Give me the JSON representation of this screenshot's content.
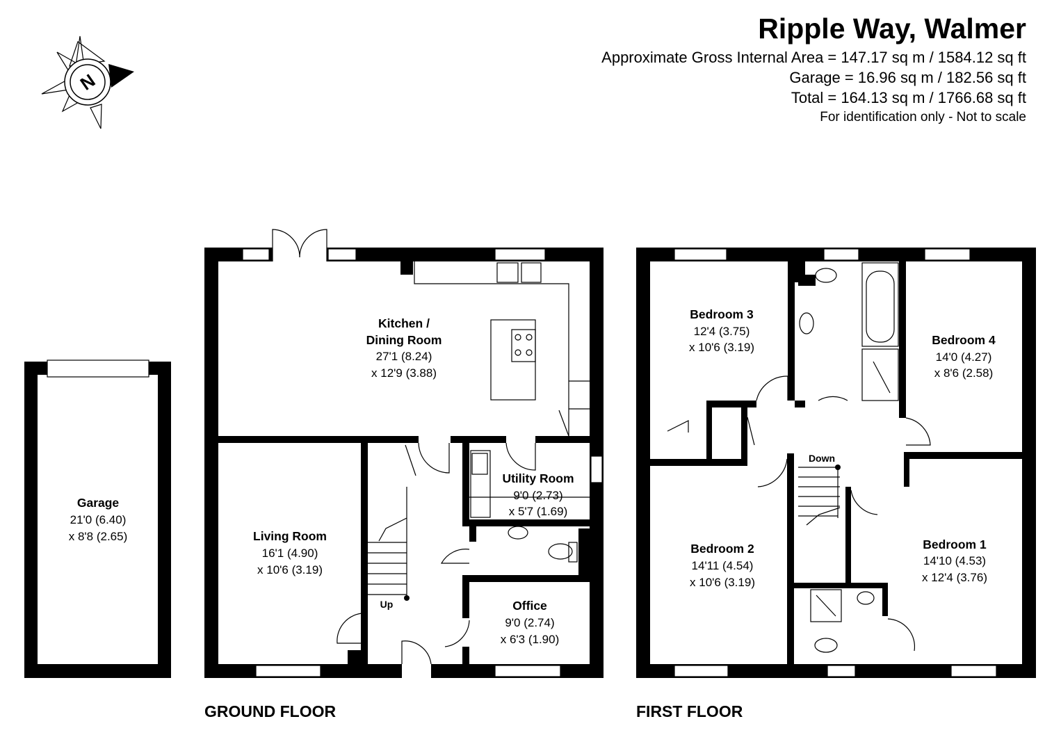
{
  "header": {
    "title": "Ripple Way, Walmer",
    "area_line": "Approximate Gross Internal Area = 147.17 sq m / 1584.12 sq ft",
    "garage_line": "Garage = 16.96 sq m / 182.56 sq ft",
    "total_line": "Total = 164.13 sq m / 1766.68 sq ft",
    "disclaimer": "For identification only - Not to scale"
  },
  "compass": {
    "label": "N",
    "icon": "compass-icon"
  },
  "floors": {
    "ground": "GROUND FLOOR",
    "first": "FIRST FLOOR"
  },
  "stairs": {
    "up": "Up",
    "down": "Down"
  },
  "rooms": {
    "garage": {
      "name": "Garage",
      "dim1": "21'0 (6.40)",
      "dim2": "x 8'8 (2.65)"
    },
    "kitchen": {
      "name1": "Kitchen /",
      "name2": "Dining Room",
      "dim1": "27'1 (8.24)",
      "dim2": "x 12'9 (3.88)"
    },
    "living": {
      "name": "Living Room",
      "dim1": "16'1 (4.90)",
      "dim2": "x 10'6 (3.19)"
    },
    "utility": {
      "name": "Utility Room",
      "dim1": "9'0 (2.73)",
      "dim2": "x 5'7 (1.69)"
    },
    "office": {
      "name": "Office",
      "dim1": "9'0 (2.74)",
      "dim2": "x 6'3 (1.90)"
    },
    "bedroom3": {
      "name": "Bedroom 3",
      "dim1": "12'4 (3.75)",
      "dim2": "x 10'6 (3.19)"
    },
    "bedroom4": {
      "name": "Bedroom 4",
      "dim1": "14'0 (4.27)",
      "dim2": "x 8'6 (2.58)"
    },
    "bedroom2": {
      "name": "Bedroom 2",
      "dim1": "14'11 (4.54)",
      "dim2": "x 10'6 (3.19)"
    },
    "bedroom1": {
      "name": "Bedroom 1",
      "dim1": "14'10 (4.53)",
      "dim2": "x 12'4 (3.76)"
    }
  }
}
